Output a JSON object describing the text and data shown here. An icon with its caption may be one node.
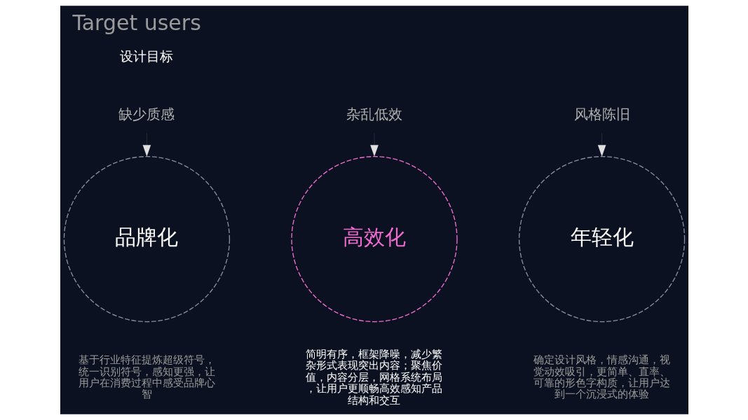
{
  "diagram": {
    "title": "Target users",
    "nodes": [
      {
        "text": [
          "缺少质感"
        ]
      },
      {
        "text": [
          "品牌化"
        ],
        "beside": [
          "基于行业特征提炼超级符号，统一识别符号，感知更强，让用户在消费过程中感受品牌心智"
        ]
      },
      {
        "text": [
          "杂乱低效"
        ]
      },
      {
        "text": [
          "高效化"
        ],
        "beside": [
          "简明有序，框架降噪，减少繁杂形式表现突出内容；聚焦价值，内容分层，网格系统布局，让用户更顺畅高效感知产品结构和交互"
        ]
      },
      {
        "text": [
          "风格陈旧"
        ]
      },
      {
        "text": [
          "年轻化"
        ],
        "beside": [
          "确定设计风格，情感沟通，视觉动效吸引，更简单、直率、可靠的形色字构质，让用户达到一个沉浸式的体验"
        ]
      }
    ],
    "edges": [
      {
        "from": 0,
        "to": 1,
        "arrow": "to"
      },
      {
        "from": 2,
        "to": 3,
        "arrow": "to"
      },
      {
        "from": 4,
        "to": 5,
        "arrow": "to"
      }
    ],
    "labels": [
      "设计目标"
    ]
  }
}
